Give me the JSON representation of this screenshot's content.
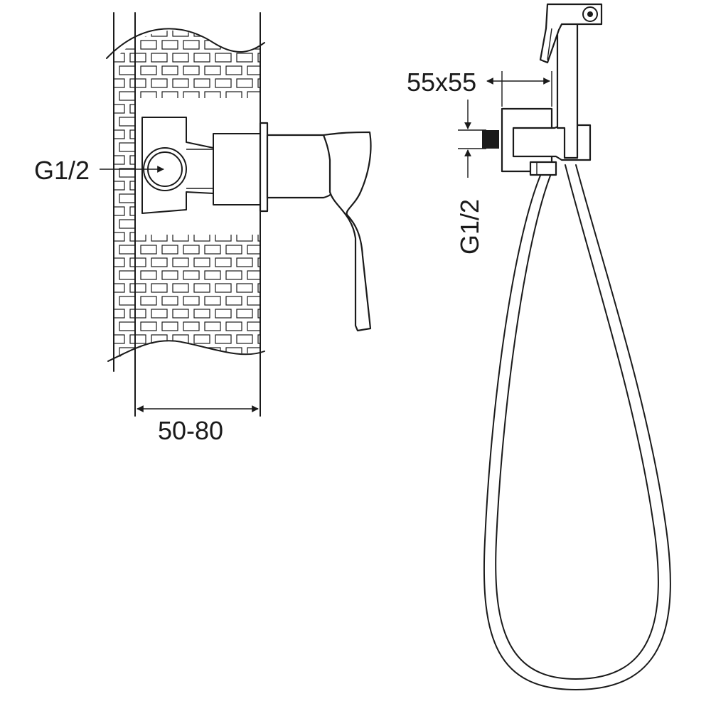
{
  "labels": {
    "inlet_thread_left": "G1/2",
    "wall_depth": "50-80",
    "flange_size": "55x55",
    "inlet_thread_right": "G1/2"
  },
  "colors": {
    "line": "#1a1a1a",
    "background": "#ffffff"
  }
}
